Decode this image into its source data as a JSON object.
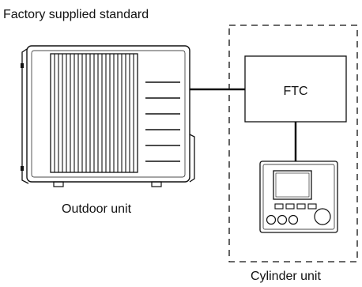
{
  "diagram": {
    "title": "Factory supplied standard",
    "outdoor_unit_label": "Outdoor unit",
    "ftc_label": "FTC",
    "cylinder_unit_label": "Cylinder unit"
  },
  "colors": {
    "stroke": "#111111",
    "background": "#ffffff"
  }
}
